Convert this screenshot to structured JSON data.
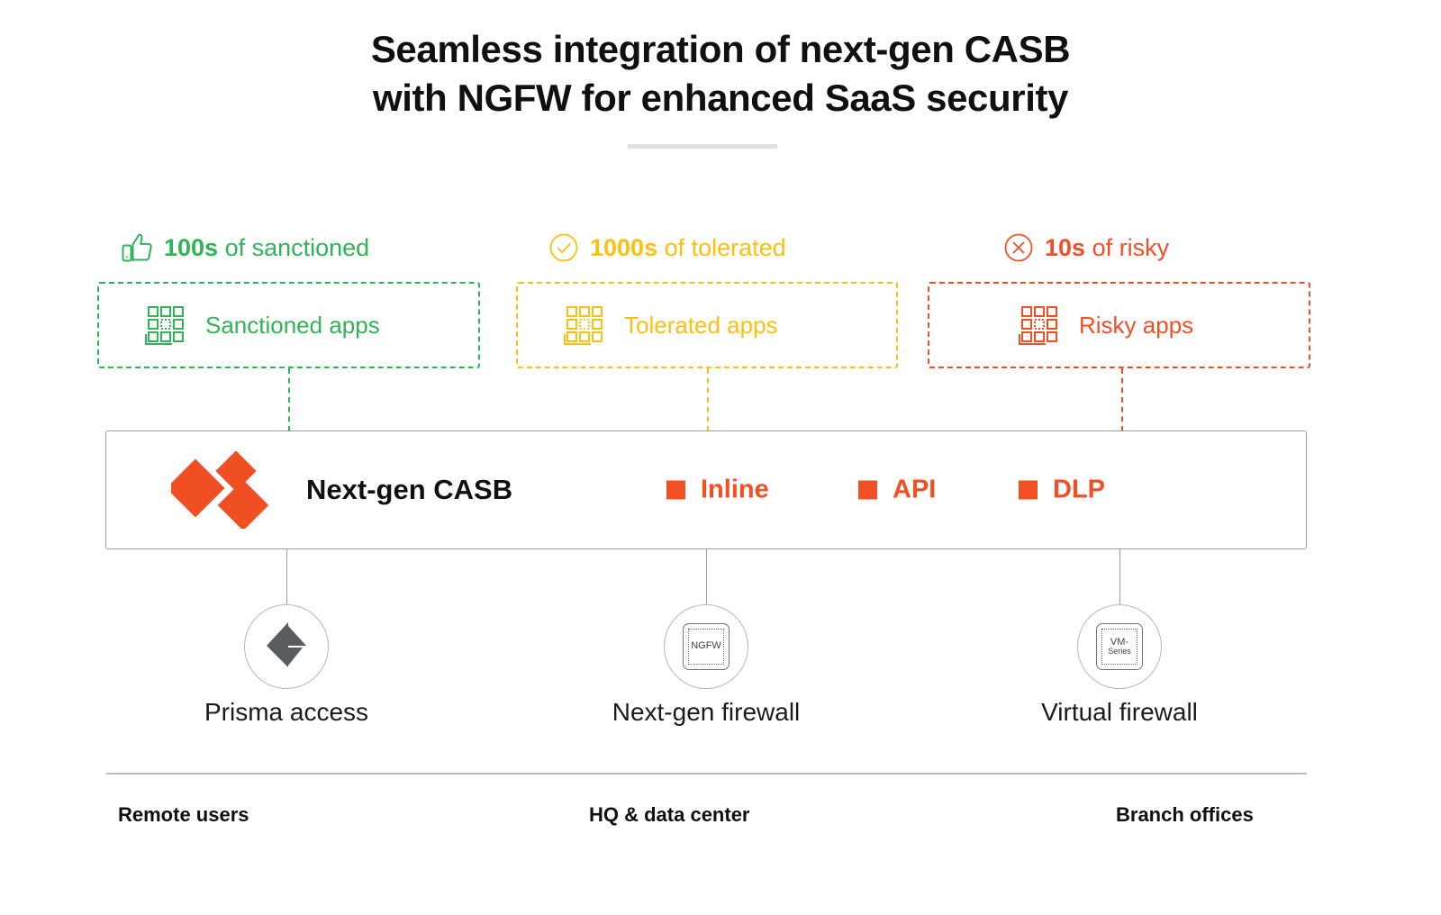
{
  "title": {
    "line1": "Seamless integration of next-gen CASB",
    "line2": "with NGFW for enhanced SaaS security"
  },
  "colors": {
    "green": "#2fb457",
    "yellow": "#fdc010",
    "red": "#f24f25",
    "orange_accent": "#f24f25",
    "gray_line": "#9b9fa6",
    "text": "#101010"
  },
  "categories": [
    {
      "key": "sanctioned",
      "head_icon": "thumbs-up-icon",
      "count": "100s",
      "count_suffix": " of sanctioned",
      "box_icon": "apps-grid-icon",
      "box_label": "Sanctioned apps",
      "color": "#2fb457"
    },
    {
      "key": "tolerated",
      "head_icon": "check-circle-icon",
      "count": "1000s",
      "count_suffix": " of tolerated",
      "box_icon": "apps-grid-icon",
      "box_label": "Tolerated apps",
      "color": "#fdc010"
    },
    {
      "key": "risky",
      "head_icon": "x-circle-icon",
      "count": "10s",
      "count_suffix": " of risky",
      "box_icon": "apps-grid-icon",
      "box_label": "Risky apps",
      "color": "#f24f25"
    }
  ],
  "casb": {
    "logo_icon": "palo-alto-networks-logo",
    "title": "Next-gen CASB",
    "features": [
      {
        "label": "Inline"
      },
      {
        "label": "API"
      },
      {
        "label": "DLP"
      }
    ]
  },
  "nodes": [
    {
      "key": "prisma",
      "icon": "prisma-access-icon",
      "label": "Prisma access"
    },
    {
      "key": "ngfw",
      "icon": "ngfw-chip-icon",
      "chip_line1": "NGFW",
      "chip_line2": "",
      "label": "Next-gen firewall"
    },
    {
      "key": "vm",
      "icon": "vm-series-chip-icon",
      "chip_line1": "VM-",
      "chip_line2": "Series",
      "label": "Virtual firewall"
    }
  ],
  "footer": {
    "zones": [
      {
        "label": "Remote users"
      },
      {
        "label": "HQ & data center"
      },
      {
        "label": "Branch offices"
      }
    ]
  }
}
